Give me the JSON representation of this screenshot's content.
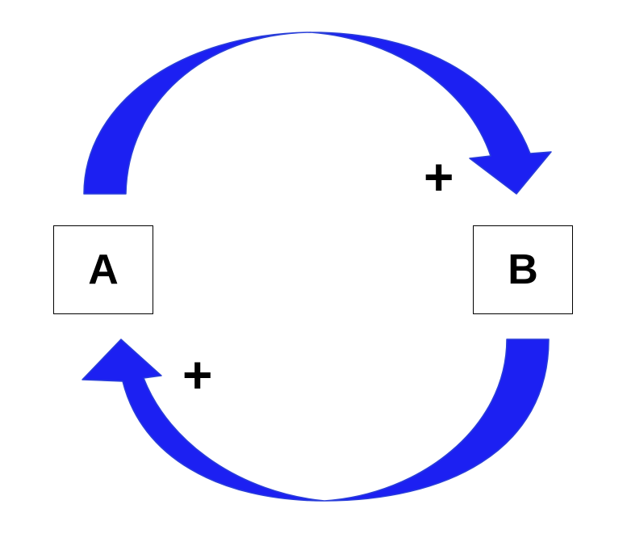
{
  "diagram": {
    "type": "causal-loop",
    "nodes": {
      "a": {
        "label": "A"
      },
      "b": {
        "label": "B"
      }
    },
    "links": {
      "a_to_b": {
        "from": "A",
        "to": "B",
        "polarity": "+"
      },
      "b_to_a": {
        "from": "B",
        "to": "A",
        "polarity": "+"
      }
    },
    "colors": {
      "arrow_fill": "#1c20f2",
      "arrow_stroke": "#2a3fd9",
      "text": "#000000",
      "box_border": "#000000"
    }
  }
}
